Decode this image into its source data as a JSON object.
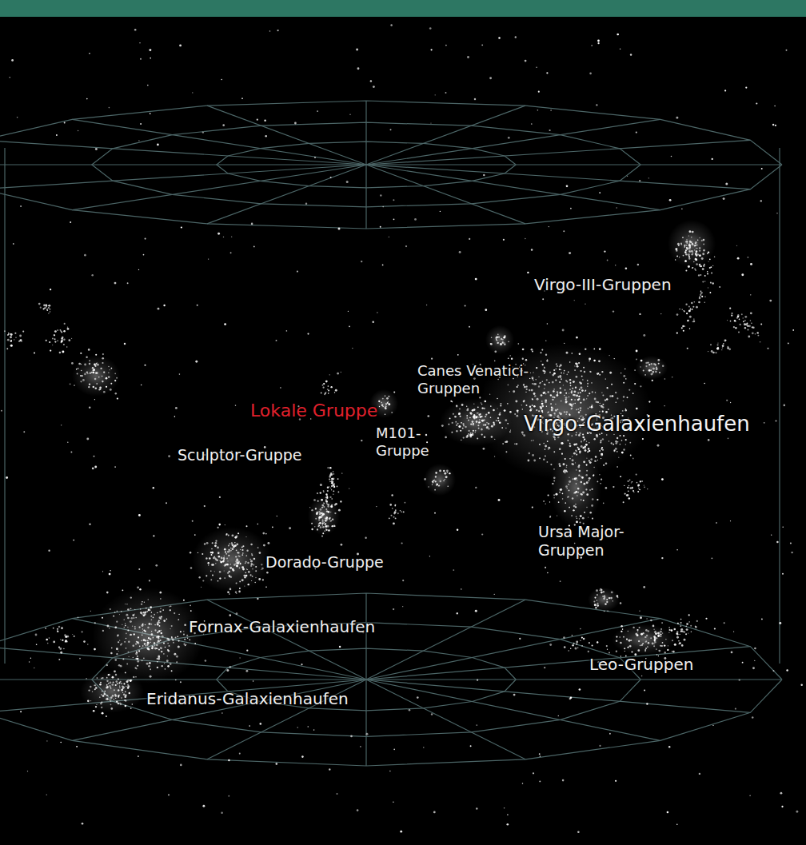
{
  "diagram": {
    "labels": [
      "Virgo-III-Gruppen",
      "Canes Venatici- Gruppen",
      "Lokale Gruppe",
      "Virgo-Galaxienhaufen",
      "Sculptor-Gruppe",
      "M101- Gruppe",
      "Dorado-Gruppe",
      "Ursa Major- Gruppen",
      "Fornax-Galaxienhaufen",
      "Leo-Gruppen",
      "Eridanus-Galaxienhaufen"
    ]
  }
}
